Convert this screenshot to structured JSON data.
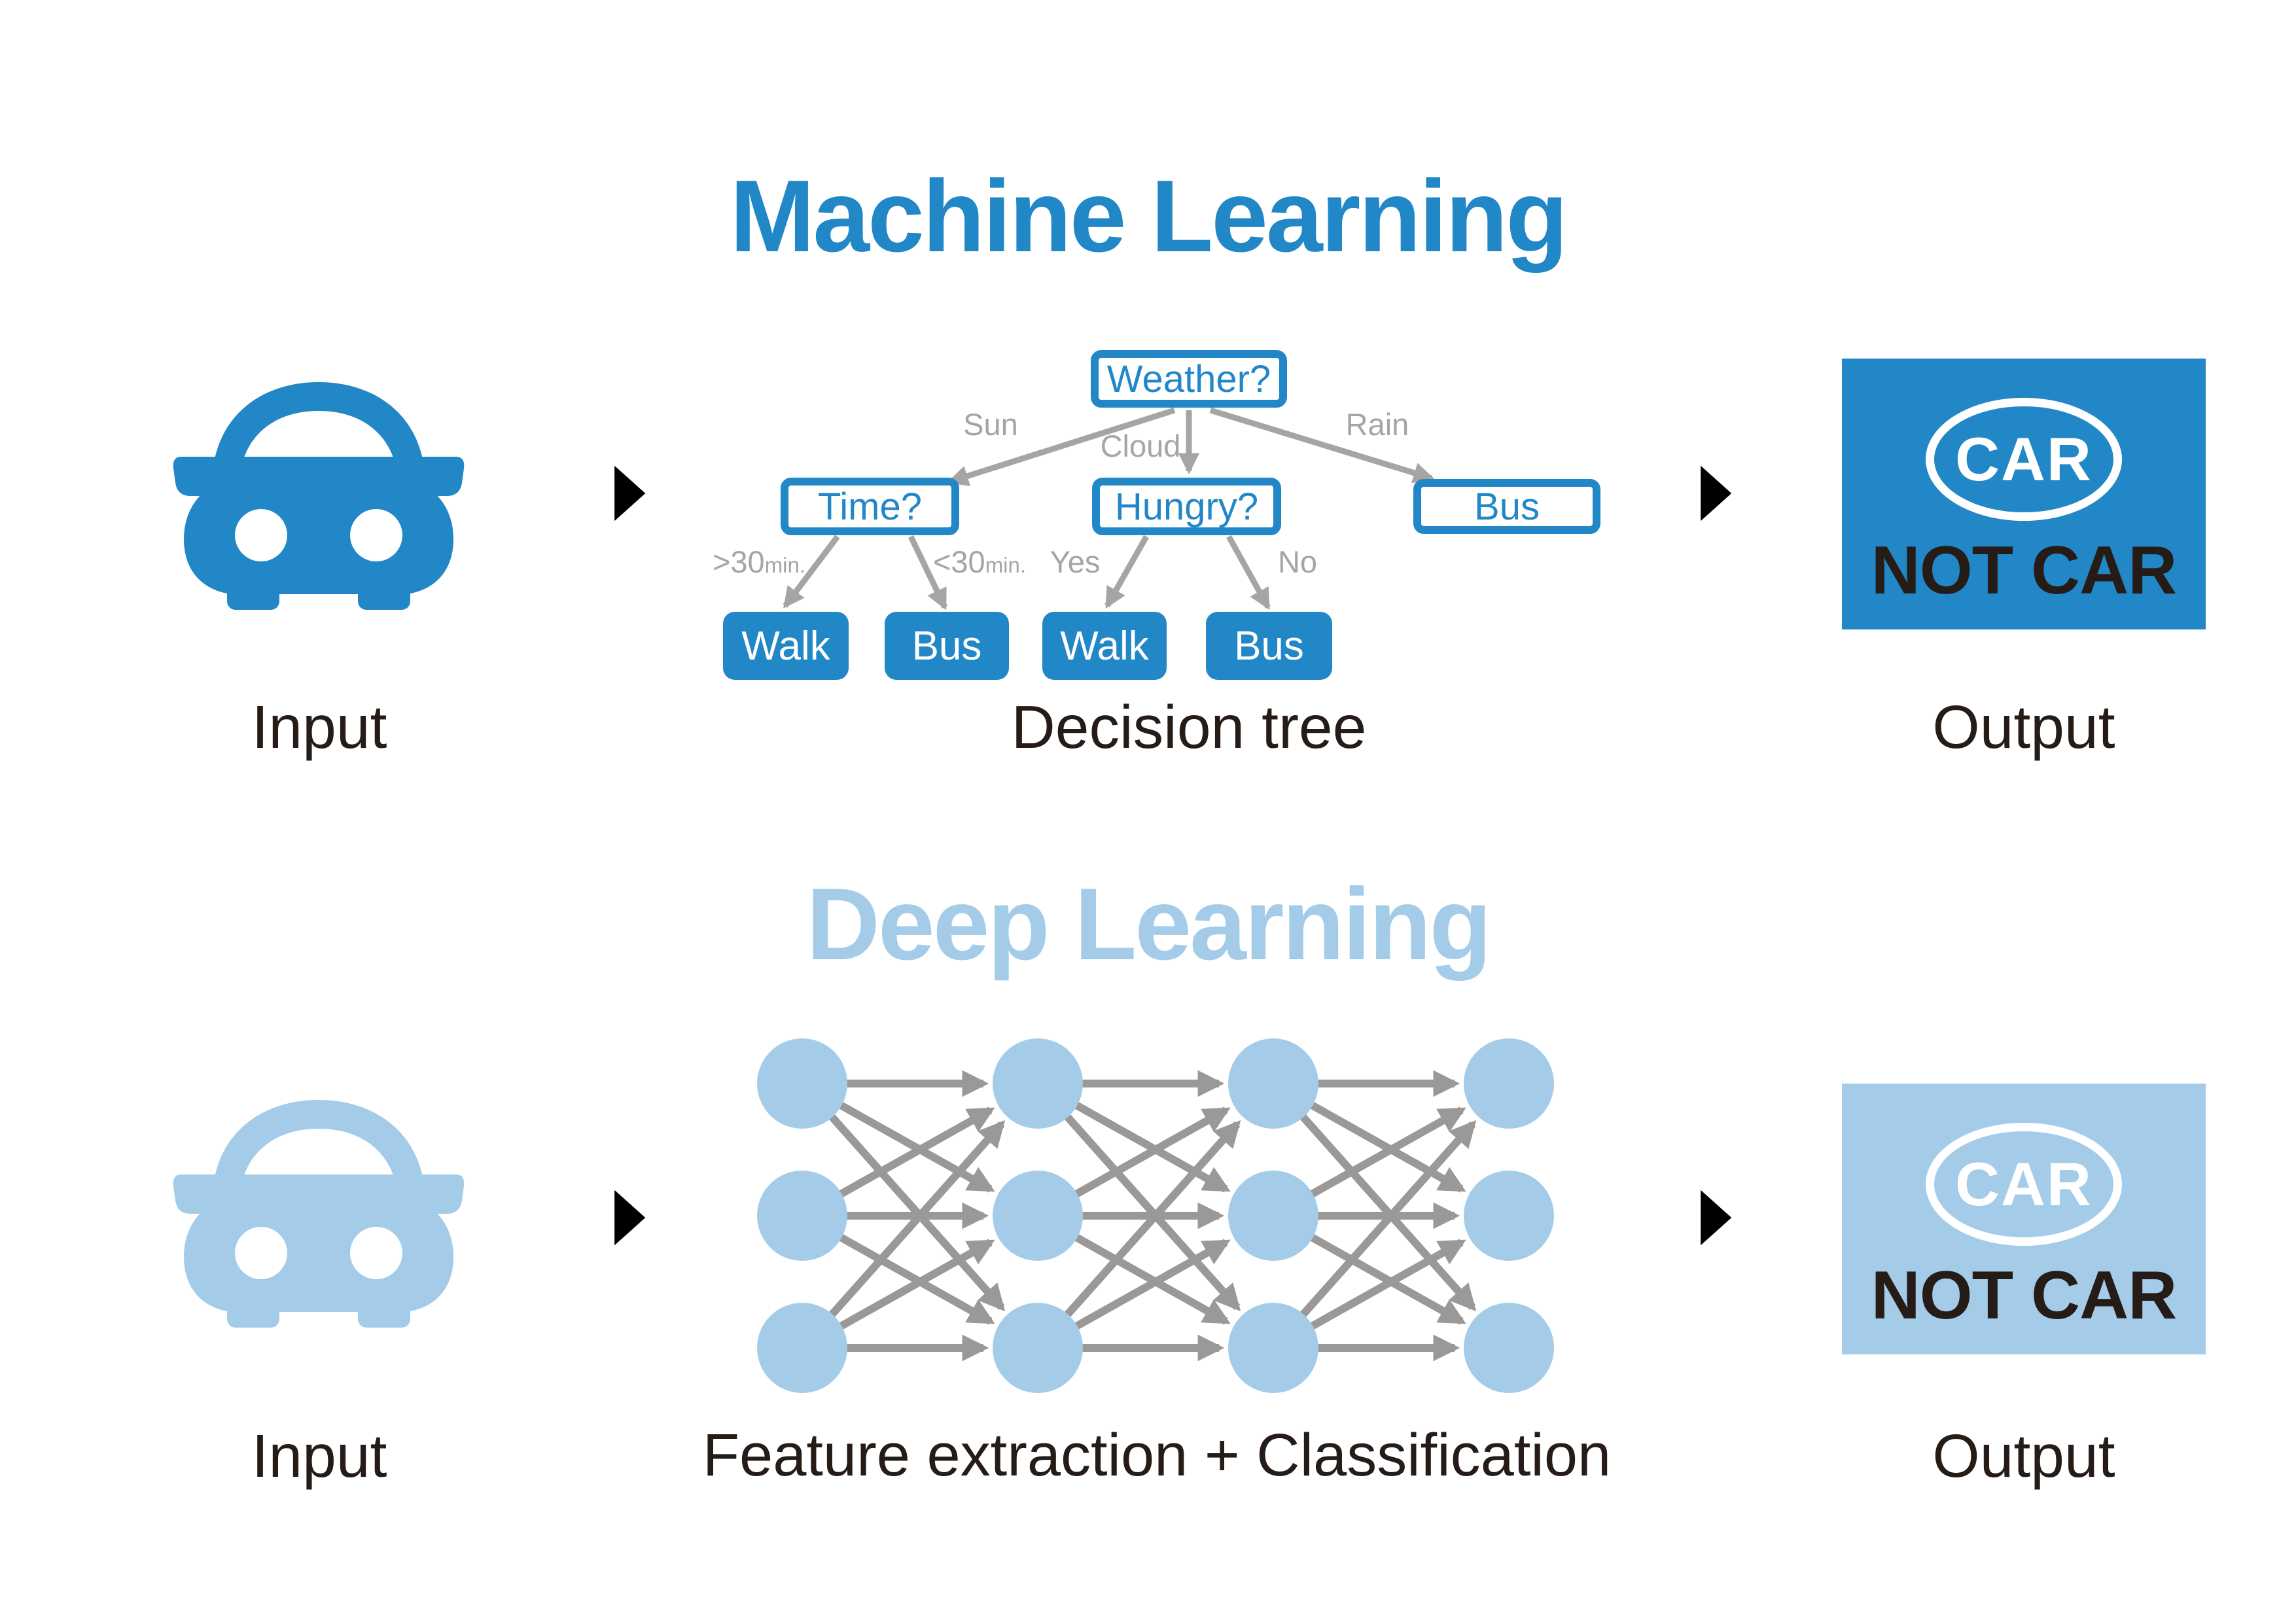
{
  "machine_learning": {
    "title": "Machine Learning",
    "input_label": "Input",
    "process_label": "Decision tree",
    "output_label": "Output",
    "tree": {
      "root_label": "Weather?",
      "sun_label": "Sun",
      "cloud_label": "Cloud",
      "rain_label": "Rain",
      "time_label": "Time?",
      "hungry_label": "Hungry?",
      "bus_label": "Bus",
      "gt30_label": ">30",
      "lt30_label": "<30",
      "min_suffix": "min.",
      "yes_label": "Yes",
      "no_label": "No",
      "walk_sun_label": "Walk",
      "bus_sun_label": "Bus",
      "walk_cloud_label": "Walk",
      "bus_cloud_label": "Bus"
    },
    "output_badge": {
      "logo_text": "CAR",
      "caption": "NOT CAR"
    }
  },
  "deep_learning": {
    "title": "Deep Learning",
    "input_label": "Input",
    "process_label": "Feature extraction + Classification",
    "output_label": "Output",
    "output_badge": {
      "logo_text": "CAR",
      "caption": "NOT CAR"
    }
  },
  "colors": {
    "blue": "#2287C7",
    "light_blue": "#A4CCE9",
    "label_gray": "#A7A4A4",
    "arrow_gray": "#9B9898",
    "text_dark": "#251C17"
  }
}
